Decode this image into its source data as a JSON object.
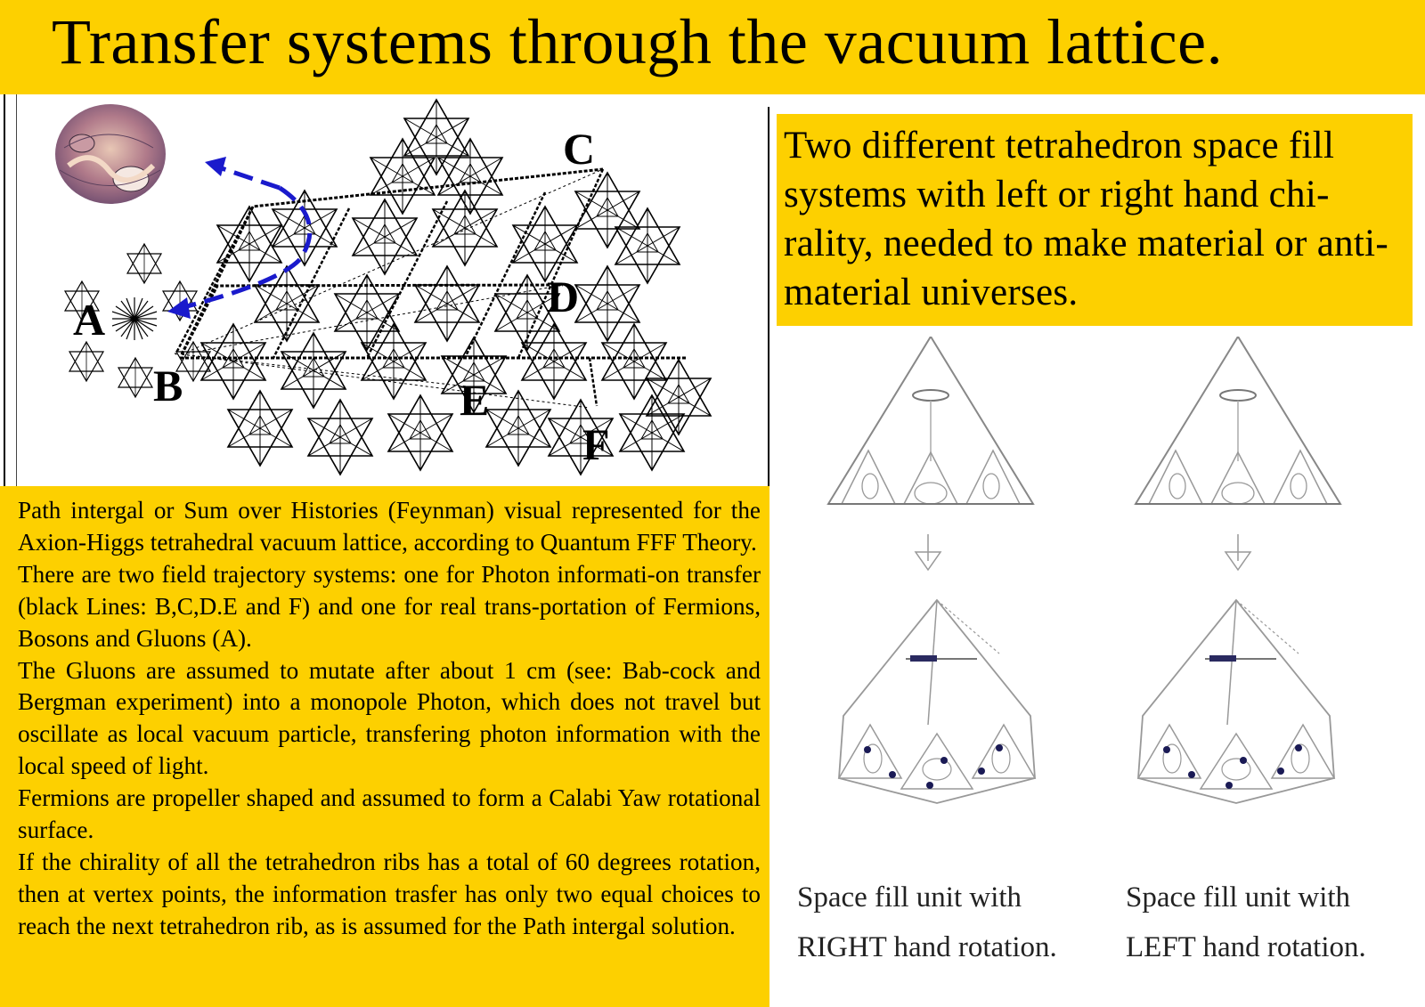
{
  "title": "Transfer systems through the vacuum lattice.",
  "lattice": {
    "labels": [
      "A",
      "B",
      "C",
      "D",
      "E",
      "F"
    ]
  },
  "description_paragraphs": [
    "Path intergal or Sum over Histories (Feynman) visual represented for the Axion-Higgs tetrahedral vacuum lattice, according to Quantum FFF Theory.",
    "There are two field trajectory systems: one for Photon informati-on transfer (black Lines: B,C,D.E and F) and one for real trans-portation of Fermions, Bosons and Gluons (A).",
    "The Gluons are assumed to mutate after about 1 cm (see: Bab-cock and Bergman experiment) into a monopole Photon, which does not travel but oscillate as local vacuum particle, transfering photon information with the local speed of light.",
    "Fermions are propeller shaped and assumed to form a Calabi Yaw rotational surface.",
    "If the chirality of all the tetrahedron ribs has a total of 60 degrees rotation, then at vertex points, the information trasfer has only two equal choices to reach the next tetrahedron rib, as is assumed for the Path intergal solution."
  ],
  "chirality_note": "Two different tetrahedron space fill systems with left or right hand chi-rality, needed to make material or anti-material universes.",
  "captions": {
    "right": [
      "Space fill unit with",
      "RIGHT hand rotation."
    ],
    "left": [
      "Space fill unit with",
      "LEFT hand rotation."
    ]
  },
  "colors": {
    "accent_yellow": "#fdd000",
    "arrow_blue": "#1a1acc",
    "torus_mauve": "#b07a8a"
  }
}
